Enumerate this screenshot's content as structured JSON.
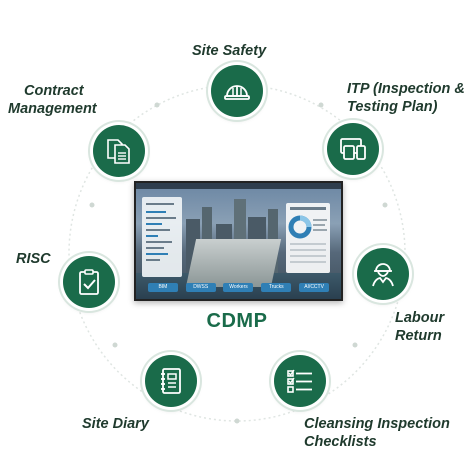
{
  "center": {
    "title": "CDMP"
  },
  "screen": {
    "tabs": [
      "BIM",
      "DWSS",
      "Workers",
      "Trucks",
      "AI/CCTV"
    ]
  },
  "items": [
    {
      "key": "site-safety",
      "label": "Site Safety",
      "icon": "hard-hat-icon"
    },
    {
      "key": "itp",
      "label": "ITP (Inspection &",
      "label2": "Testing Plan)",
      "icon": "devices-icon"
    },
    {
      "key": "labour-return",
      "label": "Labour",
      "label2": "Return",
      "icon": "worker-icon"
    },
    {
      "key": "cleansing",
      "label": "Cleansing Inspection",
      "label2": "Checklists",
      "icon": "checklist-icon"
    },
    {
      "key": "site-diary",
      "label": "Site Diary",
      "icon": "notebook-icon"
    },
    {
      "key": "risc",
      "label": "RISC",
      "icon": "clipboard-check-icon"
    },
    {
      "key": "contract",
      "label": "Contract",
      "label2": "Management",
      "icon": "documents-icon"
    }
  ],
  "colors": {
    "accent": "#1a6b4a",
    "label": "#1f3a2d",
    "ring": "#dfe5e2"
  }
}
